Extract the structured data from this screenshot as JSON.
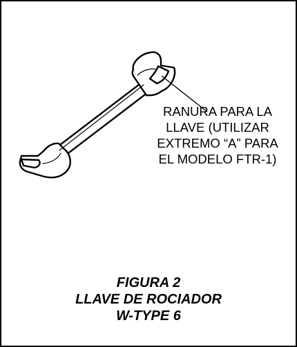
{
  "callout": {
    "lines": [
      "RANURA PARA LA",
      "LLAVE (UTILIZAR",
      "EXTREMO “A” PARA",
      "EL MODELO FTR-1)"
    ]
  },
  "caption": {
    "lines": [
      "FIGURA 2",
      "LLAVE DE ROCIADOR",
      "W-TYPE 6"
    ]
  },
  "colors": {
    "line": "#000000",
    "background": "#ffffff"
  },
  "icons": {
    "wrench": "open-end-wrench-icon"
  }
}
